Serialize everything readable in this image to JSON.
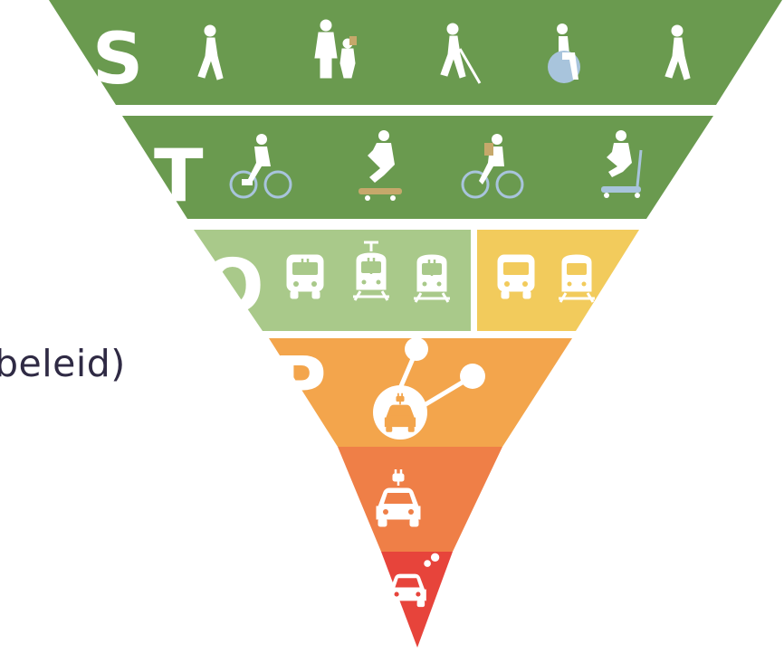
{
  "side_text": "beleid)",
  "pyramid": {
    "tiers": [
      {
        "letter": "S",
        "icons": [
          "pedestrian-icon",
          "parent-child-icon",
          "blind-person-cane-icon",
          "wheelchair-user-icon",
          "pedestrian-icon"
        ],
        "color": "#6a9a4f"
      },
      {
        "letter": "T",
        "icons": [
          "electric-bicycle-icon",
          "skateboarder-icon",
          "cyclist-backpack-icon",
          "scooter-icon"
        ],
        "color": "#6a9a4f"
      },
      {
        "letter": "O",
        "icons": [
          "electric-bus-icon",
          "electric-tram-icon",
          "electric-train-icon",
          "bus-icon",
          "train-icon"
        ],
        "colors": [
          "#a9c98a",
          "#f2cb5c"
        ]
      },
      {
        "letter": "P",
        "icons": [
          "shared-electric-car-icon"
        ],
        "color": "#f3a54c"
      },
      {
        "letter": "",
        "icons": [
          "electric-car-icon"
        ],
        "color": "#ef7f47"
      },
      {
        "letter": "",
        "icons": [
          "fuel-car-icon"
        ],
        "color": "#e7443b"
      }
    ]
  }
}
